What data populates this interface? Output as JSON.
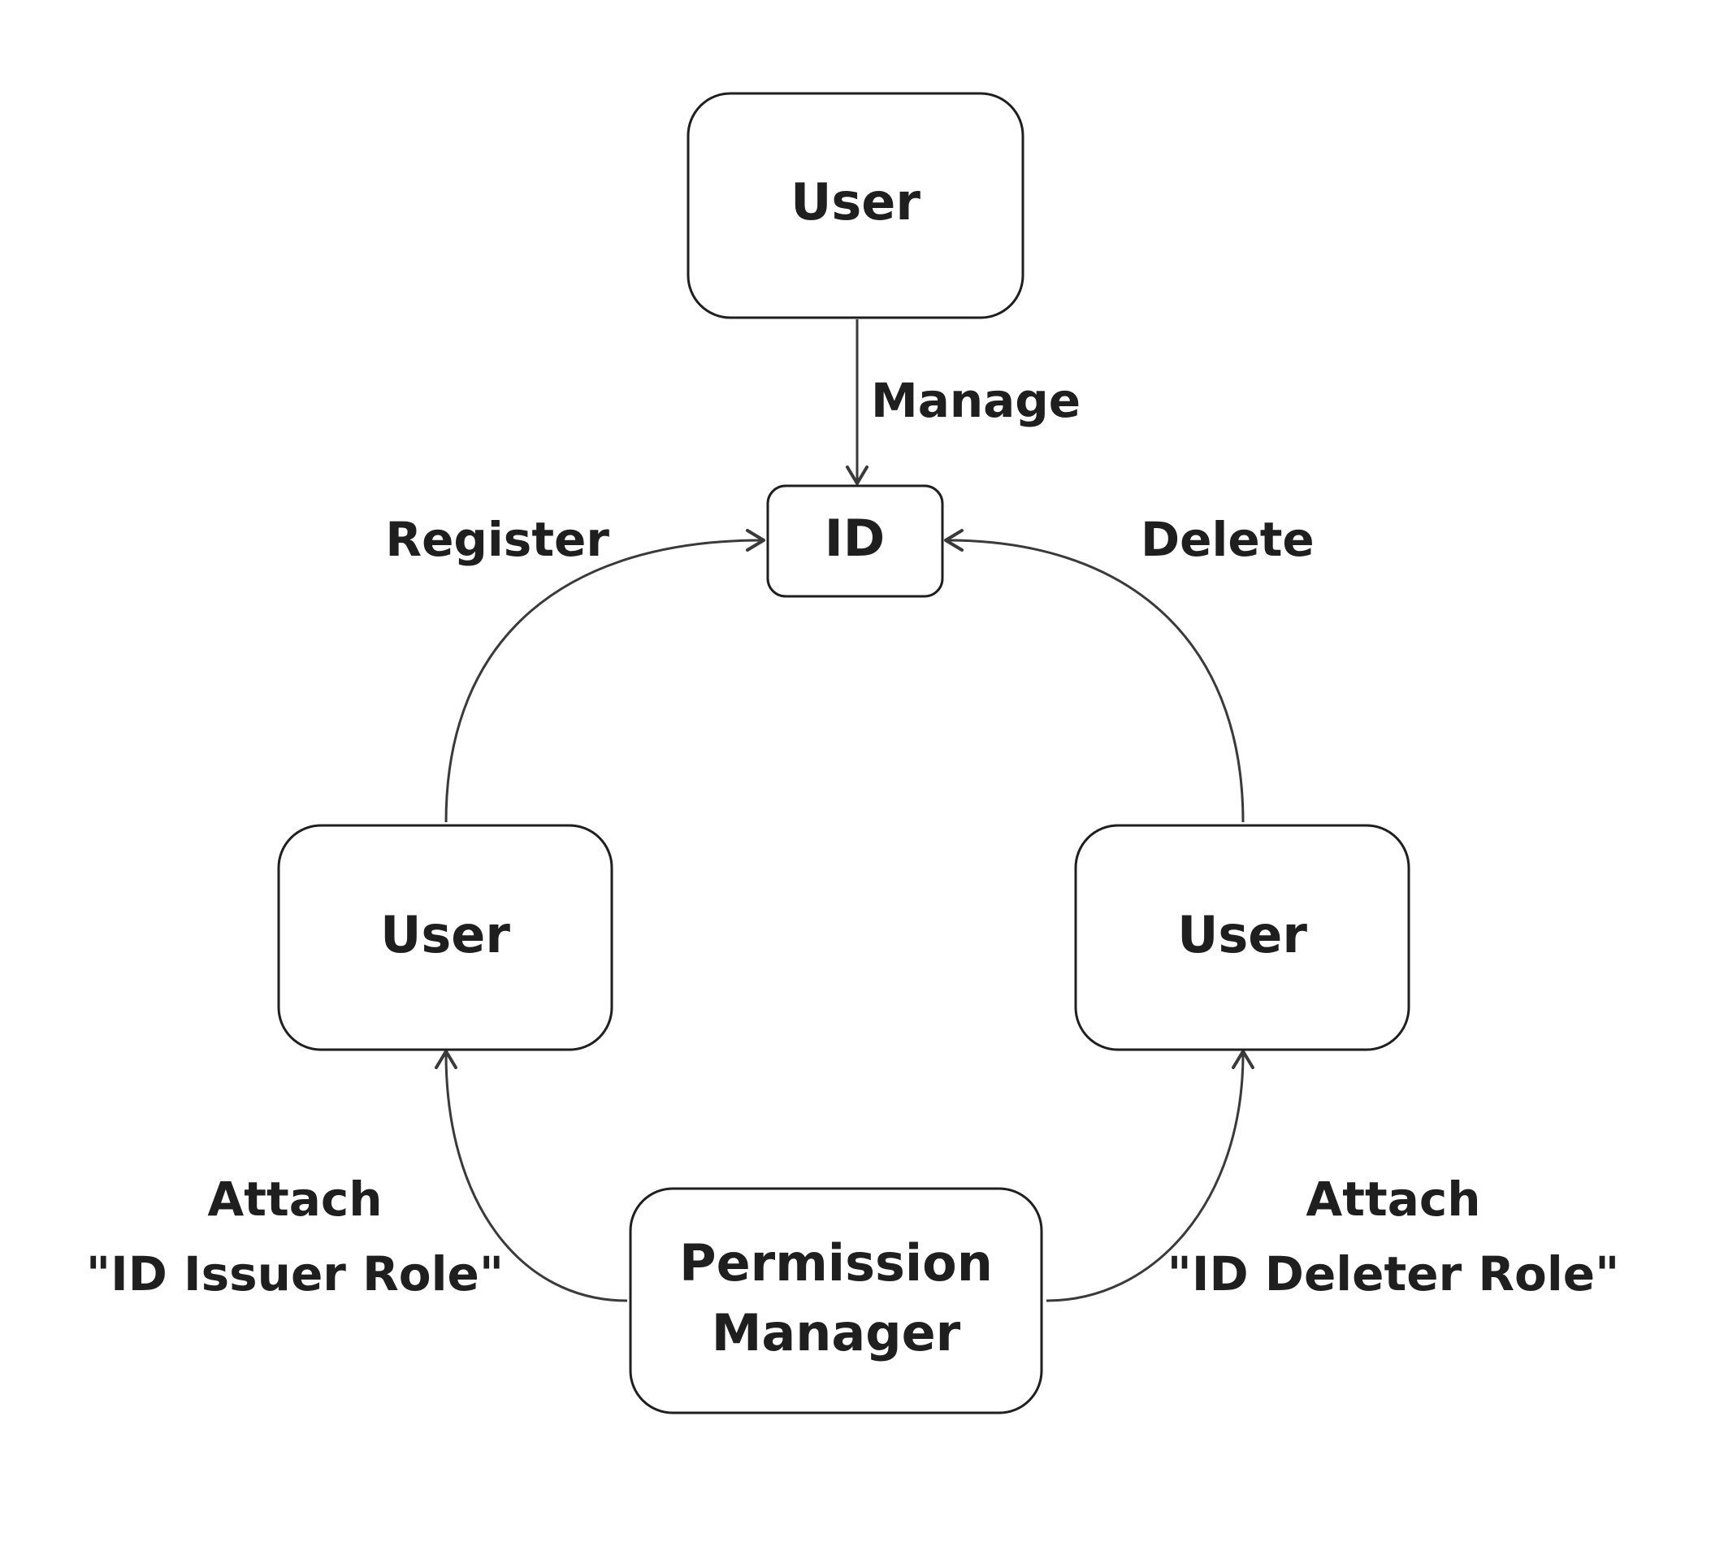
{
  "diagram": {
    "nodes": {
      "user_top": {
        "label": "User"
      },
      "id": {
        "label": "ID"
      },
      "user_left": {
        "label": "User"
      },
      "user_right": {
        "label": "User"
      },
      "permission_manager": {
        "label_line1": "Permission",
        "label_line2": "Manager"
      }
    },
    "edges": {
      "manage": {
        "label": "Manage",
        "from": "User",
        "to": "ID"
      },
      "register": {
        "label": "Register",
        "from": "User",
        "to": "ID"
      },
      "delete": {
        "label": "Delete",
        "from": "User",
        "to": "ID"
      },
      "attach_issuer": {
        "label_line1": "Attach",
        "label_line2": "\"ID Issuer Role\"",
        "from": "Permission Manager",
        "to": "User"
      },
      "attach_deleter": {
        "label_line1": "Attach",
        "label_line2": "\"ID Deleter Role\"",
        "from": "Permission Manager",
        "to": "User"
      }
    }
  }
}
